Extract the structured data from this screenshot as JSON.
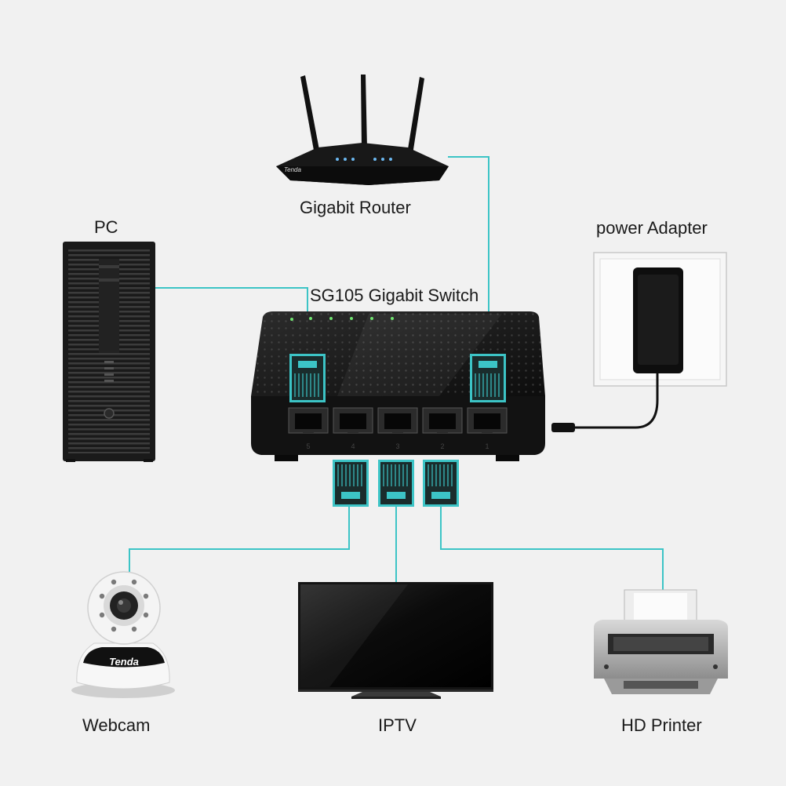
{
  "devices": {
    "router": "Gigabit Router",
    "pc": "PC",
    "switch": "SG105 Gigabit Switch",
    "power": "power Adapter",
    "webcam": "Webcam",
    "iptv": "IPTV",
    "printer": "HD Printer"
  },
  "brand": {
    "router_logo": "Tenda",
    "webcam_logo": "Tenda"
  },
  "switch_port_numbers": [
    "5",
    "4",
    "3",
    "2",
    "1"
  ],
  "colors": {
    "cable": "#3cc4c6",
    "background": "#f1f1f1",
    "device_dark": "#141414"
  },
  "icons": {
    "router": "router-icon",
    "pc": "pc-tower-icon",
    "switch": "ethernet-switch-icon",
    "power": "power-adapter-icon",
    "webcam": "webcam-icon",
    "iptv": "tv-icon",
    "printer": "printer-icon"
  }
}
